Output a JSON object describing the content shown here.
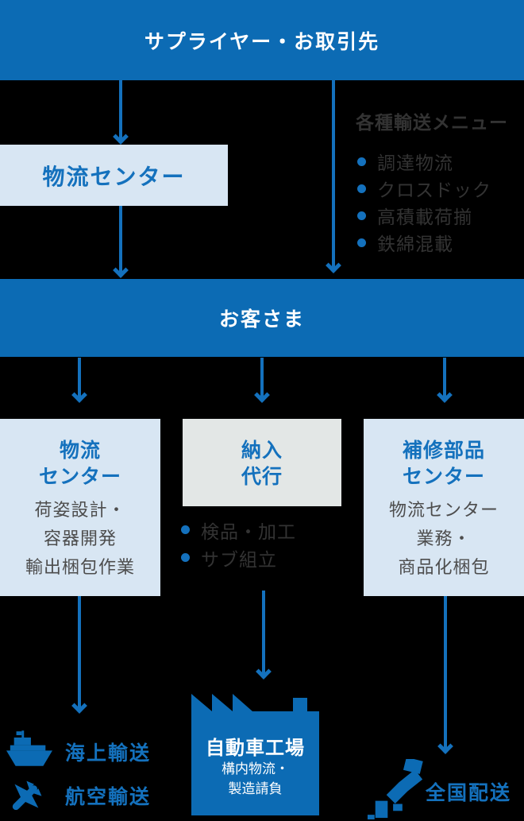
{
  "top_banner": {
    "label": "サプライヤー・お取引先"
  },
  "logistics_center_box": {
    "label": "物流センター"
  },
  "transport_menu": {
    "title": "各種輸送メニュー",
    "items": [
      "調達物流",
      "クロスドック",
      "高積載荷揃",
      "鉄綿混載"
    ]
  },
  "customer_banner": {
    "label": "お客さま"
  },
  "columns": {
    "left": {
      "title_line1": "物流",
      "title_line2": "センター",
      "body_lines": [
        "荷姿設計・",
        "容器開発",
        "輸出梱包作業"
      ]
    },
    "middle": {
      "title_line1": "納入",
      "title_line2": "代行",
      "bullets": [
        "検品・加工",
        "サブ組立"
      ]
    },
    "right": {
      "title_line1": "補修部品",
      "title_line2": "センター",
      "body_lines": [
        "物流センター",
        "業務・",
        "商品化梱包"
      ]
    }
  },
  "factory": {
    "title": "自動車工場",
    "body_line1": "構内物流・",
    "body_line2": "製造請負"
  },
  "bottom": {
    "sea_label": "海上輸送",
    "air_label": "航空輸送",
    "nationwide_label": "全国配送"
  },
  "colors": {
    "primary_blue": "#0c6bb4",
    "accent_blue": "#1471bd",
    "light_blue_box": "#d8e6f3",
    "gray_box": "#e3e7e6",
    "dark_text": "#333333",
    "background": "#000000"
  }
}
